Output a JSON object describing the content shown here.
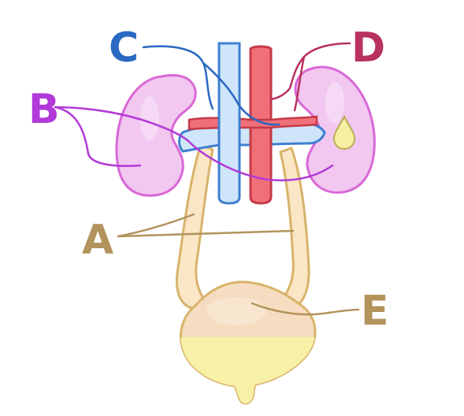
{
  "labels": {
    "a": {
      "text": "A",
      "color": "#b3935c"
    },
    "b": {
      "text": "B",
      "color": "#b23ad8"
    },
    "c": {
      "text": "C",
      "color": "#2a68c2"
    },
    "d": {
      "text": "D",
      "color": "#b8325f"
    },
    "e": {
      "text": "E",
      "color": "#b3935c"
    }
  },
  "colors": {
    "kidney_fill": "#f2c7f0",
    "kidney_stroke": "#d968d6",
    "vein_fill": "#cfe6fa",
    "vein_stroke": "#3f7fd0",
    "artery_fill": "#f0707a",
    "artery_stroke": "#c63a48",
    "ureter_fill": "#fbe6c6",
    "ureter_stroke": "#d8b36a",
    "bladder_fill": "#f6dcc0",
    "urine_fill": "#f8f0a6",
    "droplet_fill": "#f7f0a3"
  }
}
